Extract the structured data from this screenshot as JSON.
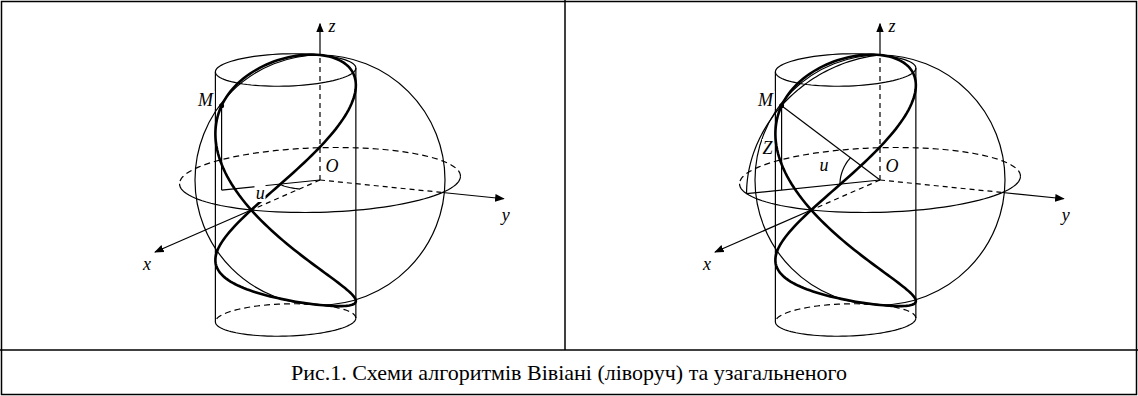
{
  "diagram": {
    "caption": "Рис.1. Схеми алгоритмів Вівіані (ліворуч) та узагальненого",
    "labels": [
      "z",
      "M",
      "O",
      "u",
      "x",
      "y",
      "z",
      "M",
      "Z",
      "u",
      "O",
      "x",
      "y"
    ]
  }
}
